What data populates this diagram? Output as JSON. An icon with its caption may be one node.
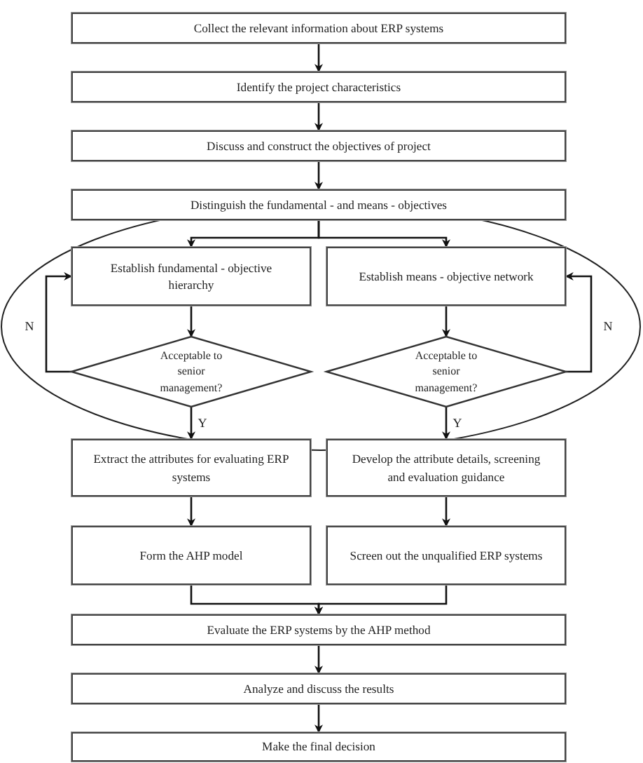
{
  "diagram": {
    "nodes": [
      {
        "text": [
          "Collect the relevant information about ERP systems"
        ]
      },
      {
        "text": [
          "Identify the project characteristics"
        ]
      },
      {
        "text": [
          "Discuss and construct the objectives of project"
        ]
      },
      {
        "text": [
          "Distinguish the fundamental - and means - objectives"
        ]
      },
      {
        "text": [
          "Establish fundamental - objective hierarchy"
        ]
      },
      {
        "text": [
          "Establish means - objective network"
        ]
      },
      {
        "text": [
          "Acceptable to senior management?"
        ]
      },
      {
        "text": [
          "Acceptable to senior management?"
        ]
      },
      {
        "text": [
          "Extract the attributes for evaluating ERP systems"
        ]
      },
      {
        "text": [
          "Develop the attribute details, screening and evaluation guidance"
        ]
      },
      {
        "text": [
          "Form the AHP model"
        ]
      },
      {
        "text": [
          "Screen out the unqualified ERP systems"
        ]
      },
      {
        "text": [
          "Evaluate the ERP systems by the AHP method"
        ]
      },
      {
        "text": [
          "Analyze and discuss the results"
        ]
      },
      {
        "text": [
          "Make the final decision"
        ]
      }
    ],
    "edges": [
      {
        "from": 0,
        "to": 1,
        "arrow": "to"
      },
      {
        "from": 1,
        "to": 2,
        "arrow": "to"
      },
      {
        "from": 2,
        "to": 3,
        "arrow": "to"
      },
      {
        "from": 3,
        "to": 4,
        "arrow": "to"
      },
      {
        "from": 3,
        "to": 5,
        "arrow": "to"
      },
      {
        "from": 4,
        "to": 6,
        "arrow": "to"
      },
      {
        "from": 5,
        "to": 7,
        "arrow": "to"
      },
      {
        "from": 6,
        "to": 4,
        "arrow": "to",
        "label": "N"
      },
      {
        "from": 7,
        "to": 5,
        "arrow": "to",
        "label": "N"
      },
      {
        "from": 6,
        "to": 8,
        "arrow": "to",
        "label": "Y"
      },
      {
        "from": 7,
        "to": 9,
        "arrow": "to",
        "label": "Y"
      },
      {
        "from": 8,
        "to": 10,
        "arrow": "to"
      },
      {
        "from": 9,
        "to": 11,
        "arrow": "to"
      },
      {
        "from": 10,
        "to": 12,
        "arrow": "to"
      },
      {
        "from": 11,
        "to": 12,
        "arrow": "to"
      },
      {
        "from": 12,
        "to": 13,
        "arrow": "to"
      },
      {
        "from": 13,
        "to": 14,
        "arrow": "to"
      }
    ]
  }
}
